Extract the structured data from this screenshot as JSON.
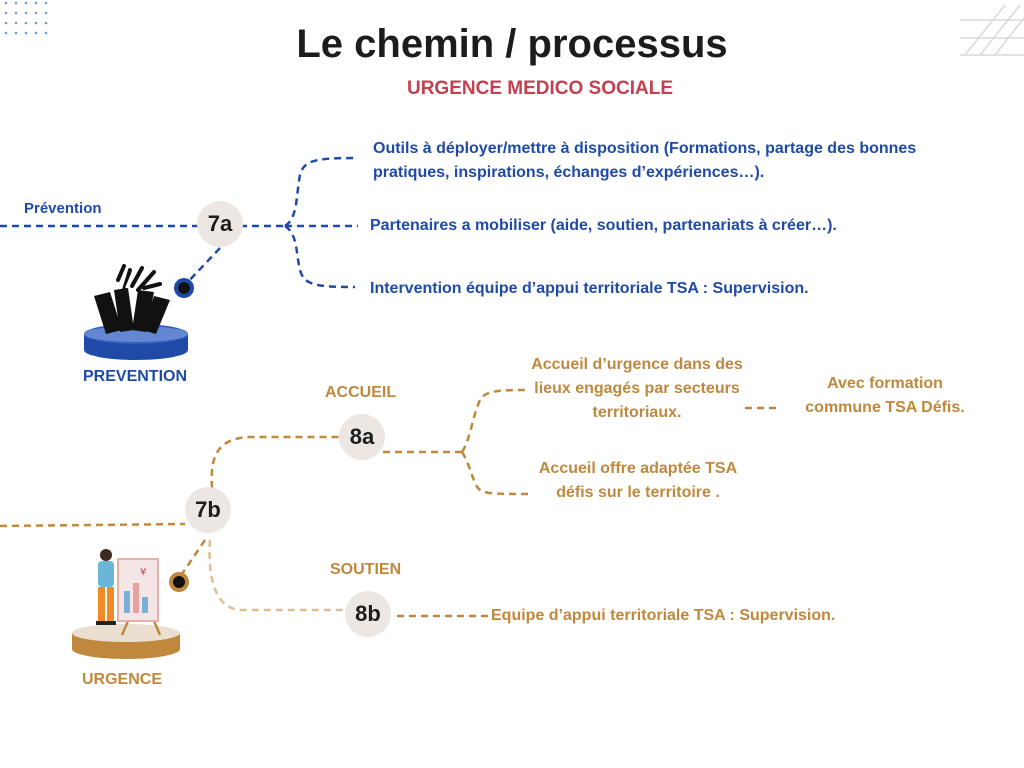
{
  "header": {
    "title": "Le chemin / processus",
    "subtitle": "URGENCE MEDICO SOCIALE"
  },
  "prevention": {
    "branch_label": "Prévention",
    "node": "7a",
    "caption": "PREVENTION",
    "items": [
      "Outils à déployer/mettre à disposition (Formations, partage des bonnes pratiques, inspirations, échanges d’expériences…).",
      "Partenaires a mobiliser (aide, soutien, partenariats à créer…).",
      "Intervention équipe d’appui territoriale TSA : Supervision."
    ]
  },
  "urgence": {
    "node": "7b",
    "caption": "URGENCE",
    "accueil": {
      "label": "ACCUEIL",
      "node": "8a",
      "item1": "Accueil d’urgence dans des lieux engagés par secteurs territoriaux.",
      "item2": "Accueil offre adaptée TSA défis sur le territoire .",
      "note": "Avec formation commune TSA Défis."
    },
    "soutien": {
      "label": "SOUTIEN",
      "node": "8b",
      "item": "Equipe d’appui territoriale TSA  : Supervision."
    }
  },
  "colors": {
    "blue": "#1f4aa8",
    "gold": "#c0883c",
    "red": "#c2404f",
    "node_bg": "#ece7e2"
  }
}
